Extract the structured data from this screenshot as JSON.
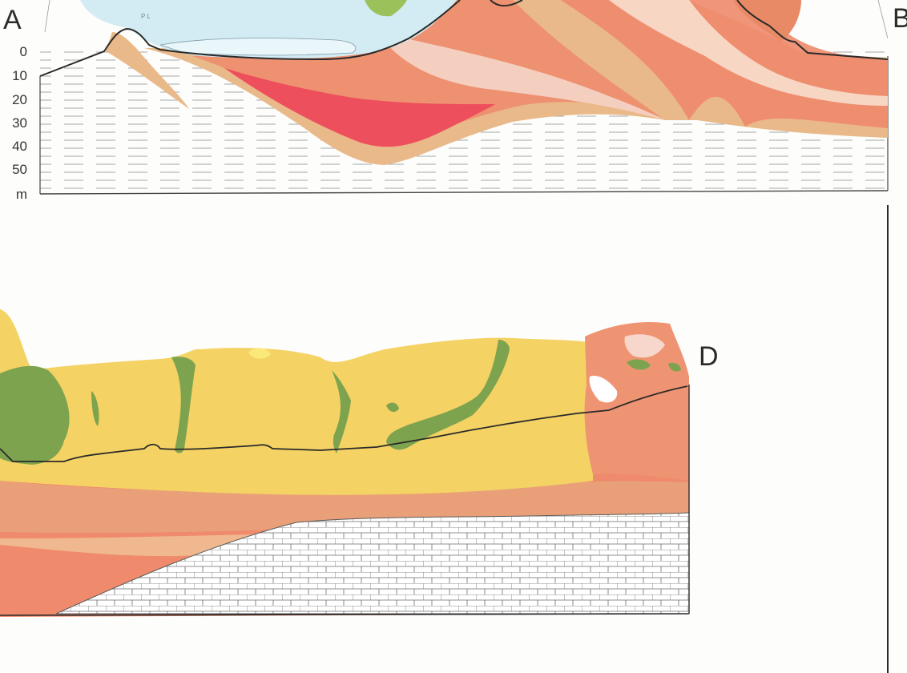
{
  "section_ab": {
    "start_label": "A",
    "end_label": "B",
    "depth_scale": {
      "ticks": [
        "0",
        "10",
        "20",
        "30",
        "40",
        "50"
      ],
      "unit": "m"
    },
    "inset_marker": "P L"
  },
  "section_cd": {
    "end_label": "D"
  },
  "colors": {
    "yellow_unit": "#f5d264",
    "green_unit": "#7ea34e",
    "orange_unit": "#e99d72",
    "salmon_unit": "#ef8a6c",
    "red_unit": "#ee4f5c",
    "tan_unit": "#e9b98a",
    "light_blue_unit": "#d3ecf3",
    "bedrock_shale_fill": "#ffffff",
    "profile_line": "#2a2a2a"
  }
}
